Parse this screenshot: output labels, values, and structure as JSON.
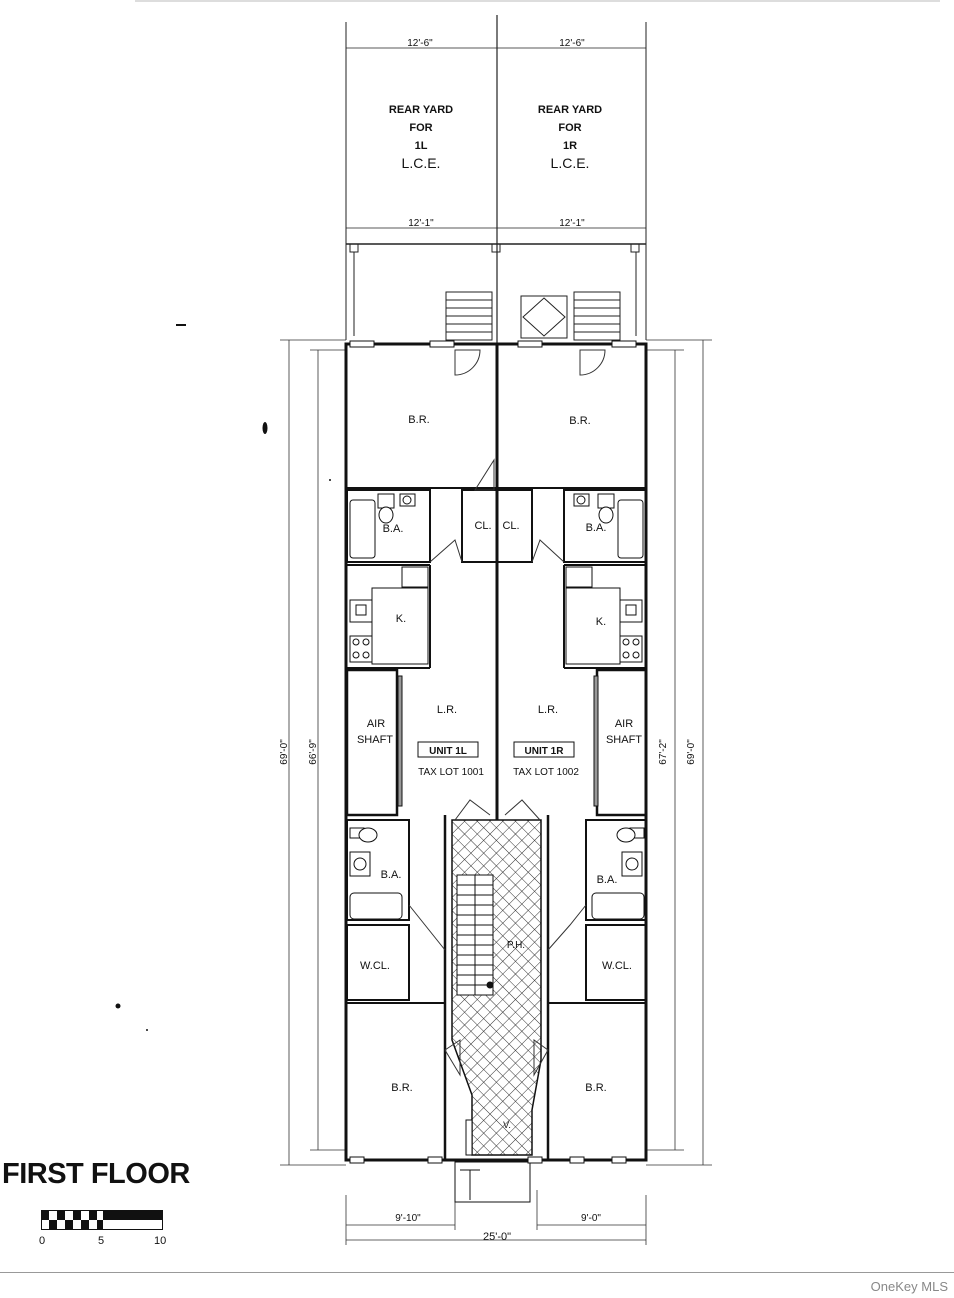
{
  "plan": {
    "title": "FIRST FLOOR",
    "watermark": "OneKey MLS",
    "scale": {
      "labels": [
        "0",
        "5",
        "10"
      ]
    },
    "rear_yards": [
      {
        "line1": "REAR YARD",
        "line2": "FOR",
        "line3": "1L",
        "line4": "L.C.E.",
        "width_top": "12'-6\"",
        "width_bottom": "12'-1\""
      },
      {
        "line1": "REAR YARD",
        "line2": "FOR",
        "line3": "1R",
        "line4": "L.C.E.",
        "width_top": "12'-6\"",
        "width_bottom": "12'-1\""
      }
    ],
    "rooms": {
      "br": "B.R.",
      "ba": "B.A.",
      "cl": "CL.",
      "k": "K.",
      "lr": "L.R.",
      "air_line1": "AIR",
      "air_line2": "SHAFT",
      "wcl": "W.CL."
    },
    "units": [
      {
        "name": "UNIT 1L",
        "tax_lot": "TAX LOT 1001"
      },
      {
        "name": "UNIT 1R",
        "tax_lot": "TAX LOT 1002"
      }
    ],
    "dimensions": {
      "overall_left": "69'-0\"",
      "inner_left": "66'-9\"",
      "inner_right": "67'-2\"",
      "overall_right": "69'-0\"",
      "front_left": "9'-10\"",
      "front_right": "9'-0\"",
      "total_width": "25'-0\""
    },
    "hall_label": "P.H.",
    "entry_label": "V."
  }
}
